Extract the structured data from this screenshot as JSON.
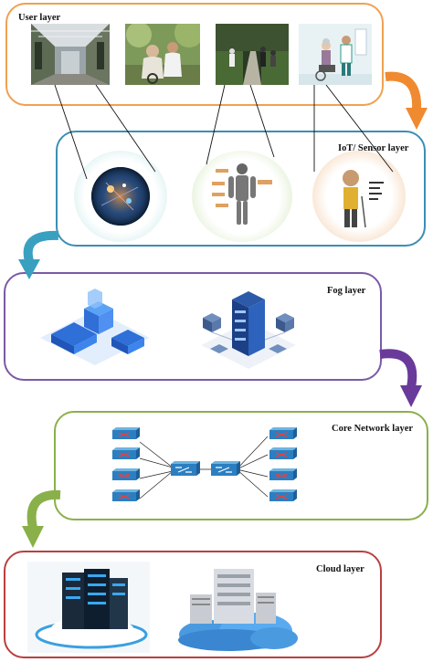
{
  "layers": {
    "user": {
      "title": "User layer",
      "border_color": "#f0a050"
    },
    "iot": {
      "title": "IoT/ Sensor layer",
      "border_color": "#3a8fb5"
    },
    "fog": {
      "title": "Fog layer",
      "border_color": "#7a5aa5"
    },
    "network": {
      "title": "Core Network layer",
      "border_color": "#8ab04a"
    },
    "cloud": {
      "title": "Cloud layer",
      "border_color": "#b84040"
    }
  },
  "arrow_colors": {
    "user_to_iot": "#f08a30",
    "iot_to_fog": "#3aa0c0",
    "fog_to_network": "#6a3a9a",
    "network_to_cloud": "#8ab04a"
  }
}
